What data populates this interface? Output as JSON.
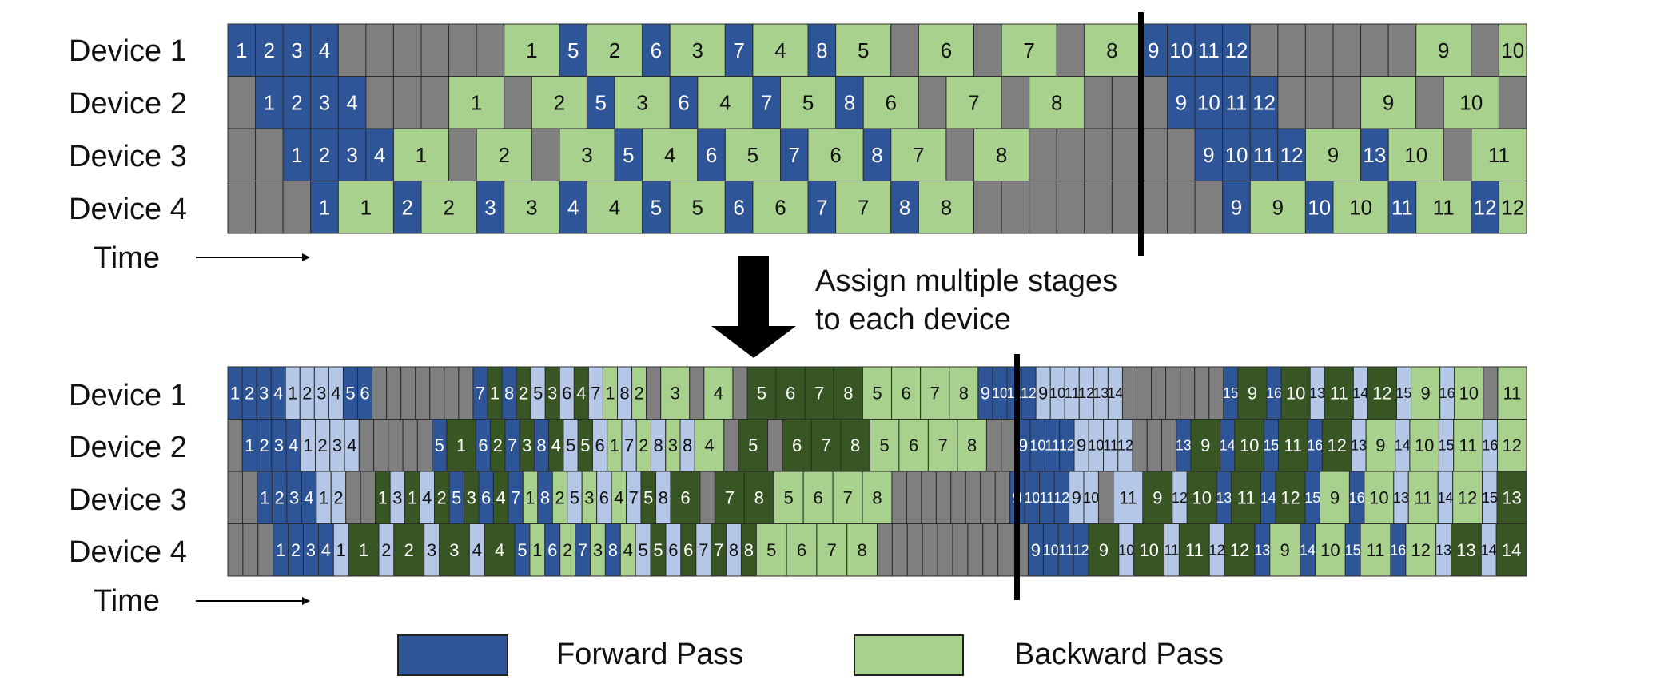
{
  "colors": {
    "forward": "#2e5597",
    "backward": "#a9d18e",
    "forward_light": "#b4c7e7",
    "backward_dark": "#375623",
    "idle": "#7f7f7f",
    "divider": "#000000"
  },
  "top": {
    "devices": [
      "Device 1",
      "Device 2",
      "Device 3",
      "Device 4"
    ],
    "time_label": "Time",
    "rows": [
      [
        "F1",
        "F2",
        "F3",
        "F4",
        "I",
        "I",
        "I",
        "I",
        "I",
        "I",
        "B1",
        "B1",
        "F5",
        "B2",
        "B2",
        "F6",
        "B3",
        "B3",
        "F7",
        "B4",
        "B4",
        "F8",
        "B5",
        "B5",
        "I",
        "B6",
        "B6",
        "I",
        "B7",
        "B7",
        "I",
        "B8",
        "B8",
        "F9",
        "F10",
        "F11",
        "F12",
        "I",
        "I",
        "I",
        "I",
        "I",
        "I",
        "B9",
        "B9",
        "I",
        "B10"
      ],
      [
        "I",
        "F1",
        "F2",
        "F3",
        "F4",
        "I",
        "I",
        "I",
        "B1",
        "B1",
        "I",
        "B2",
        "B2",
        "F5",
        "B3",
        "B3",
        "F6",
        "B4",
        "B4",
        "F7",
        "B5",
        "B5",
        "F8",
        "B6",
        "B6",
        "I",
        "B7",
        "B7",
        "I",
        "B8",
        "B8",
        "I",
        "I",
        "I",
        "F9",
        "F10",
        "F11",
        "F12",
        "I",
        "I",
        "I",
        "B9",
        "B9",
        "I",
        "B10",
        "B10",
        "I"
      ],
      [
        "I",
        "I",
        "F1",
        "F2",
        "F3",
        "F4",
        "B1",
        "B1",
        "I",
        "B2",
        "B2",
        "I",
        "B3",
        "B3",
        "F5",
        "B4",
        "B4",
        "F6",
        "B5",
        "B5",
        "F7",
        "B6",
        "B6",
        "F8",
        "B7",
        "B7",
        "I",
        "B8",
        "B8",
        "I",
        "I",
        "I",
        "I",
        "I",
        "I",
        "F9",
        "F10",
        "F11",
        "F12",
        "B9",
        "B9",
        "F13",
        "B10",
        "B10",
        "I",
        "B11",
        "B11"
      ],
      [
        "I",
        "I",
        "I",
        "F1",
        "B1",
        "B1",
        "F2",
        "B2",
        "B2",
        "F3",
        "B3",
        "B3",
        "F4",
        "B4",
        "B4",
        "F5",
        "B5",
        "B5",
        "F6",
        "B6",
        "B6",
        "F7",
        "B7",
        "B7",
        "F8",
        "B8",
        "B8",
        "I",
        "I",
        "I",
        "I",
        "I",
        "I",
        "I",
        "I",
        "I",
        "F9",
        "B9",
        "B9",
        "F10",
        "B10",
        "B10",
        "F11",
        "B11",
        "B11",
        "F12",
        "B12"
      ]
    ]
  },
  "arrow_text": "Assign multiple stages\nto each device",
  "bottom": {
    "devices": [
      "Device 1",
      "Device 2",
      "Device 3",
      "Device 4"
    ],
    "time_label": "Time",
    "rows": [
      [
        "F1",
        "F2",
        "F3",
        "F4",
        "f1",
        "f2",
        "f3",
        "f4",
        "F5",
        "F6",
        "I",
        "I",
        "I",
        "I",
        "I",
        "I",
        "I",
        "F7",
        "b1",
        "F8",
        "b2",
        "f5",
        "b3",
        "f6",
        "b4",
        "f7",
        "B1",
        "f8",
        "B2",
        "I",
        "B3",
        "B3",
        "I",
        "B4",
        "B4",
        "I",
        "b5",
        "b5",
        "b6",
        "b6",
        "b7",
        "b7",
        "b8",
        "b8",
        "B5",
        "B5",
        "B6",
        "B6",
        "B7",
        "B7",
        "B8",
        "B8",
        "F9",
        "F10",
        "F11",
        "F12",
        "f9",
        "f10",
        "f11",
        "f12",
        "f13",
        "f14",
        "I",
        "I",
        "I",
        "I",
        "I",
        "I",
        "I",
        "F15",
        "b9",
        "b9",
        "F16",
        "b10",
        "b10",
        "f13",
        "b11",
        "b11",
        "f14",
        "b12",
        "b12",
        "f15",
        "B9",
        "B9",
        "f16",
        "B10",
        "B10",
        "I",
        "B11",
        "B11"
      ],
      [
        "I",
        "F1",
        "F2",
        "F3",
        "F4",
        "f1",
        "f2",
        "f3",
        "f4",
        "I",
        "I",
        "I",
        "I",
        "I",
        "F5",
        "b1",
        "b1",
        "F6",
        "b2",
        "F7",
        "b3",
        "F8",
        "b4",
        "f5",
        "b5",
        "f6",
        "B1",
        "f7",
        "B2",
        "f8",
        "B3",
        "f8",
        "B4",
        "B4",
        "I",
        "b5",
        "b5",
        "I",
        "b6",
        "b6",
        "b7",
        "b7",
        "b8",
        "b8",
        "B5",
        "B5",
        "B6",
        "B6",
        "B7",
        "B7",
        "B8",
        "B8",
        "I",
        "I",
        "F9",
        "F10",
        "F11",
        "F12",
        "f9",
        "f10",
        "f11",
        "f12",
        "I",
        "I",
        "I",
        "F13",
        "b9",
        "b9",
        "F14",
        "b10",
        "b10",
        "F15",
        "b11",
        "b11",
        "F16",
        "b12",
        "b12",
        "f13",
        "B9",
        "B9",
        "f14",
        "B10",
        "B10",
        "f15",
        "B11",
        "B11",
        "f16",
        "B12",
        "B12"
      ],
      [
        "I",
        "I",
        "F1",
        "F2",
        "F3",
        "F4",
        "f1",
        "f2",
        "I",
        "I",
        "b1",
        "f3",
        "b1",
        "f4",
        "b2",
        "F5",
        "b3",
        "F6",
        "b4",
        "F7",
        "B1",
        "F8",
        "B2",
        "f5",
        "B3",
        "f6",
        "B4",
        "f7",
        "b5",
        "f8",
        "b6",
        "b6",
        "I",
        "b7",
        "b7",
        "b8",
        "b8",
        "B5",
        "B5",
        "B6",
        "B6",
        "B7",
        "B7",
        "B8",
        "B8",
        "I",
        "I",
        "I",
        "I",
        "I",
        "I",
        "I",
        "I",
        "F9",
        "F10",
        "F11",
        "F12",
        "f9",
        "f10",
        "I",
        "f11",
        "f11",
        "b9",
        "b9",
        "f12",
        "b10",
        "b10",
        "F13",
        "b11",
        "b11",
        "F14",
        "b12",
        "b12",
        "F15",
        "B9",
        "B9",
        "F16",
        "B10",
        "B10",
        "f13",
        "B11",
        "B11",
        "f14",
        "B12",
        "B12",
        "f15",
        "b13",
        "b13"
      ],
      [
        "I",
        "I",
        "I",
        "F1",
        "F2",
        "F3",
        "F4",
        "f1",
        "b1",
        "b1",
        "f2",
        "b2",
        "b2",
        "f3",
        "b3",
        "b3",
        "f4",
        "b4",
        "b4",
        "F5",
        "B1",
        "F6",
        "B2",
        "F7",
        "B3",
        "F8",
        "B4",
        "f5",
        "b5",
        "f6",
        "b6",
        "f7",
        "b7",
        "f8",
        "b8",
        "B5",
        "B5",
        "B6",
        "B6",
        "B7",
        "B7",
        "B8",
        "B8",
        "I",
        "I",
        "I",
        "I",
        "I",
        "I",
        "I",
        "I",
        "I",
        "I",
        "F9",
        "F10",
        "F11",
        "F12",
        "b9",
        "b9",
        "f10",
        "b10",
        "b10",
        "f11",
        "b11",
        "b11",
        "f12",
        "b12",
        "b12",
        "F13",
        "B9",
        "B9",
        "F14",
        "B10",
        "B10",
        "F15",
        "B11",
        "B11",
        "F16",
        "B12",
        "B12",
        "f13",
        "b13",
        "b13",
        "f14",
        "b14",
        "b14"
      ]
    ]
  },
  "legend": {
    "forward_label": "Forward Pass",
    "backward_label": "Backward Pass"
  }
}
